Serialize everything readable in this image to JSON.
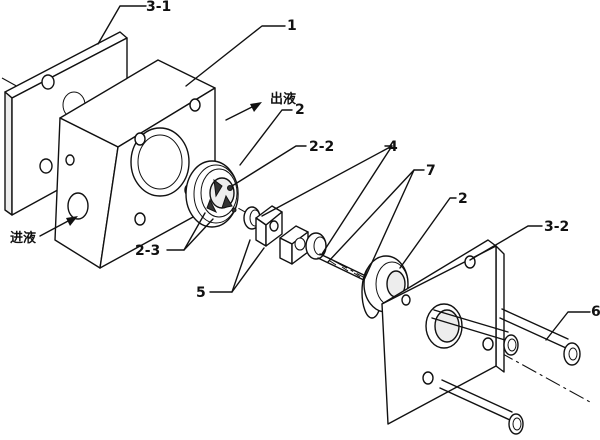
{
  "labels": {
    "l31": "3-1",
    "l1": "1",
    "l2a": "2",
    "l22": "2-2",
    "l4": "4",
    "l7": "7",
    "l2b": "2",
    "l32": "3-2",
    "l23": "2-3",
    "l5": "5",
    "l6": "6"
  },
  "annotations": {
    "outlet": "出液",
    "inlet": "进液"
  }
}
